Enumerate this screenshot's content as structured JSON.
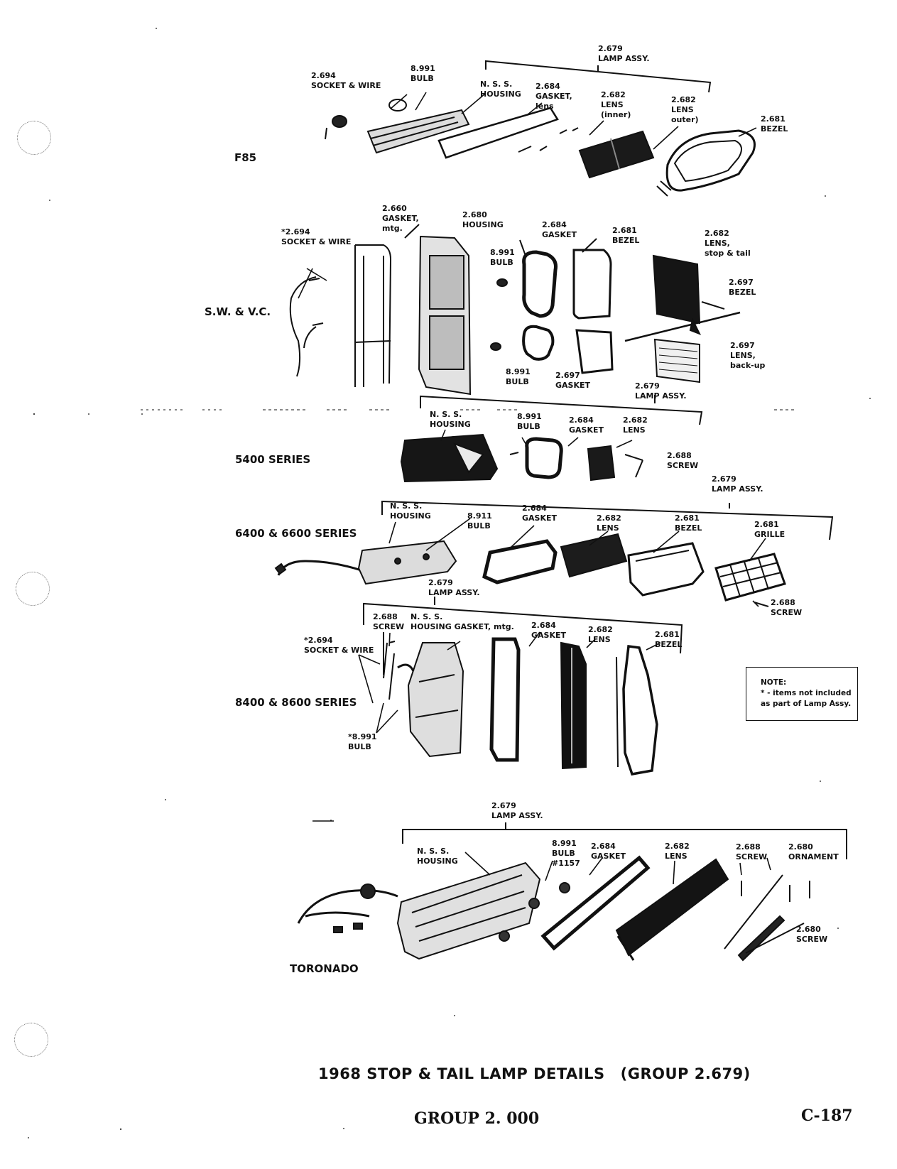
{
  "sections": {
    "f85": {
      "name": "F85",
      "labels": {
        "socket_wire": [
          "2.694",
          "SOCKET & WIRE"
        ],
        "bulb": [
          "8.991",
          "BULB"
        ],
        "housing": [
          "N. S. S.",
          "HOUSING"
        ],
        "gasket": [
          "2.684",
          "GASKET,",
          "lens"
        ],
        "lens_inner": [
          "2.682",
          "LENS",
          "(inner)"
        ],
        "lens_outer": [
          "2.682",
          "LENS",
          "outer)"
        ],
        "bezel": [
          "2.681",
          "BEZEL"
        ],
        "lamp_assy": [
          "2.679",
          "LAMP ASSY."
        ]
      }
    },
    "sw_vc": {
      "name": "S.W. & V.C.",
      "labels": {
        "socket_wire": [
          "*2.694",
          "SOCKET & WIRE"
        ],
        "gasket_mtg": [
          "2.660",
          "GASKET,",
          "mtg."
        ],
        "housing": [
          "2.680",
          "HOUSING"
        ],
        "bulb_top": [
          "8.991",
          "BULB"
        ],
        "gasket_top": [
          "2.684",
          "GASKET"
        ],
        "bezel_top": [
          "2.681",
          "BEZEL"
        ],
        "lens_stop_tail": [
          "2.682",
          "LENS,",
          "stop & tail"
        ],
        "bezel_right": [
          "2.697",
          "BEZEL"
        ],
        "lens_backup": [
          "2.697",
          "LENS,",
          "back-up"
        ],
        "bulb_bottom": [
          "8.991",
          "BULB"
        ],
        "gasket_bottom": [
          "2.697",
          "GASKET"
        ],
        "lamp_assy": [
          "2.679",
          "LAMP ASSY."
        ]
      }
    },
    "s5400": {
      "name": "5400  SERIES",
      "labels": {
        "housing": [
          "N. S. S.",
          "HOUSING"
        ],
        "bulb": [
          "8.991",
          "BULB"
        ],
        "gasket": [
          "2.684",
          "GASKET"
        ],
        "lens": [
          "2.682",
          "LENS"
        ],
        "screw": [
          "2.688",
          "SCREW"
        ],
        "lamp_assy": [
          "2.679",
          "LAMP ASSY."
        ]
      }
    },
    "s6400": {
      "name": "6400  &  6600  SERIES",
      "labels": {
        "housing": [
          "N. S. S.",
          "HOUSING"
        ],
        "bulb": [
          "8.911",
          "BULB"
        ],
        "gasket": [
          "2.684",
          "GASKET"
        ],
        "lens": [
          "2.682",
          "LENS"
        ],
        "bezel": [
          "2.681",
          "BEZEL"
        ],
        "grille": [
          "2.681",
          "GRILLE"
        ],
        "screw": [
          "2.688",
          "SCREW"
        ],
        "lamp_assy": [
          "2.679",
          "LAMP ASSY."
        ]
      }
    },
    "s8400": {
      "name": "8400  &  8600  SERIES",
      "labels": {
        "screw": [
          "2.688",
          "SCREW"
        ],
        "housing": [
          "N. S. S.",
          "HOUSING GASKET, mtg."
        ],
        "gasket": [
          "2.684",
          "GASKET"
        ],
        "lens": [
          "2.682",
          "LENS"
        ],
        "bezel": [
          "2.681",
          "BEZEL"
        ],
        "socket_wire": [
          "*2.694",
          "SOCKET & WIRE"
        ],
        "bulb": [
          "*8.991",
          "BULB"
        ]
      }
    },
    "toronado": {
      "name": "TORONADO",
      "labels": {
        "lamp_assy": [
          "2.679",
          "LAMP ASSY."
        ],
        "housing": [
          "N. S. S.",
          "HOUSING"
        ],
        "bulb": [
          "8.991",
          "BULB",
          "#1157"
        ],
        "gasket": [
          "2.684",
          "GASKET"
        ],
        "lens": [
          "2.682",
          "LENS"
        ],
        "screw": [
          "2.688",
          "SCREW"
        ],
        "ornament": [
          "2.680",
          "ORNAMENT"
        ],
        "ornament_screw": [
          "2.680",
          "SCREW"
        ]
      }
    }
  },
  "note": {
    "title": "NOTE:",
    "lines": [
      "* - items not included",
      "as part of Lamp Assy."
    ]
  },
  "caption": {
    "title": "1968 STOP & TAIL LAMP DETAILS",
    "group": "(GROUP 2.679)"
  },
  "footer": {
    "group": "GROUP 2. 000",
    "page": "C-187"
  }
}
